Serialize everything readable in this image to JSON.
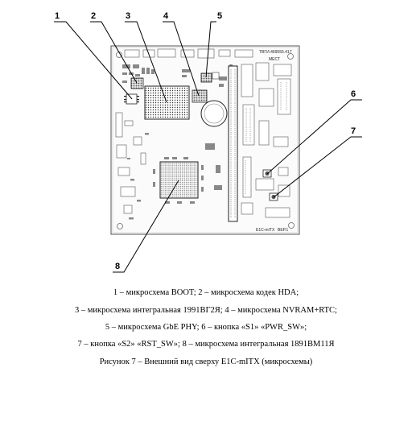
{
  "board": {
    "marking_top": "ТВГИ.469555.417",
    "marking_small": "МЕСТ",
    "model_label": "E1C-mITX",
    "version_label": "ВЕР.1"
  },
  "callouts": [
    "1",
    "2",
    "3",
    "4",
    "5",
    "6",
    "7",
    "8"
  ],
  "legend": {
    "line1": "1 – микросхема BOOT; 2 – микросхема кодек HDA;",
    "line2": "3 – микросхема интегральная 1991ВГ2Я; 4 – микросхема NVRAM+RTC;",
    "line3": "5 – микросхема GbE PHY; 6 – кнопка «S1» «PWR_SW»;",
    "line4": "7 – кнопка «S2» «RST_SW»; 8 – микросхема интегральная 1891ВМ11Я",
    "figure_caption": "Рисунок 7 – Внешний вид сверху E1C-mITX (микросхемы)"
  }
}
